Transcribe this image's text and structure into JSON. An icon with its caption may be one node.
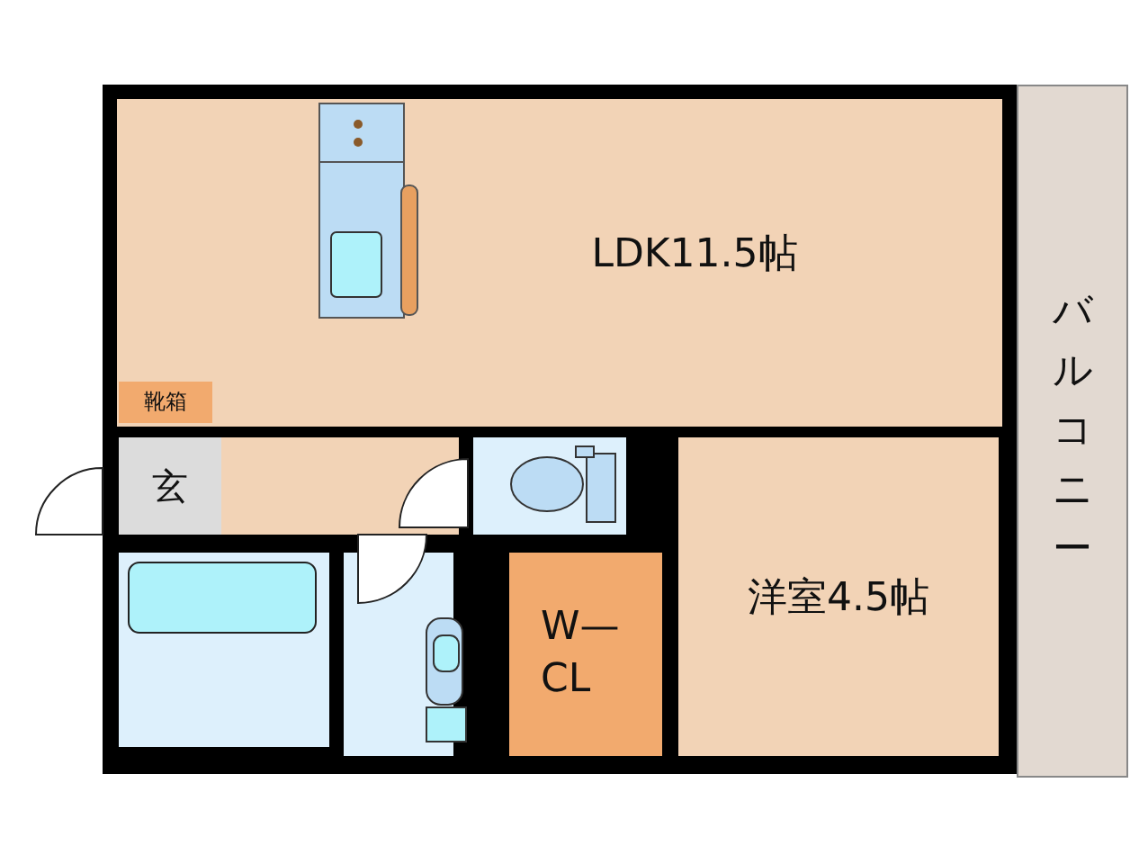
{
  "diagram": {
    "nodes": [
      {
        "text": [
          "LDK11.5帖"
        ]
      },
      {
        "text": [
          "靴箱"
        ],
        "in": 0
      },
      {
        "text": [
          "バルコニー"
        ]
      },
      {
        "text": [
          "玄"
        ]
      },
      {
        "text": [],
        "shape": "box"
      },
      {
        "text": [],
        "shape": "box"
      },
      {
        "text": [
          "洋室4.5帖"
        ]
      },
      {
        "text": [],
        "shape": "box"
      },
      {
        "text": [],
        "shape": "box"
      },
      {
        "text": [
          "W— CL"
        ]
      }
    ],
    "edges": []
  }
}
